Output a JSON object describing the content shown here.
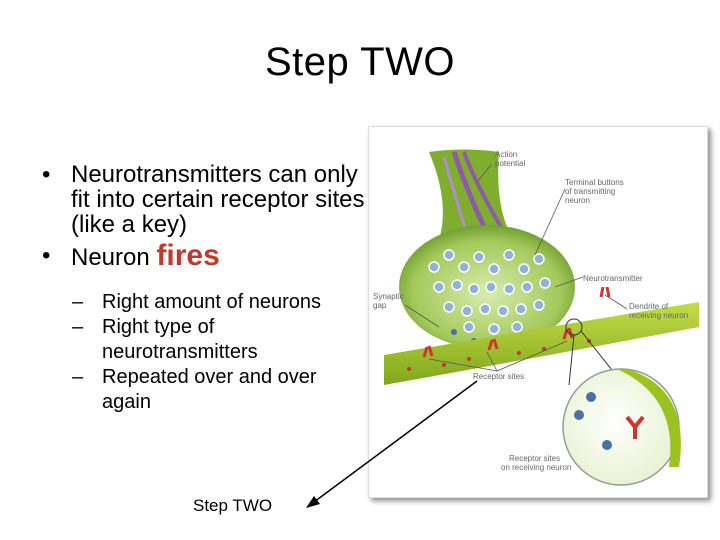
{
  "slide": {
    "title": "Step TWO",
    "bullets": [
      {
        "text": "Neurotransmitters can only fit into certain receptor sites (like a key)"
      },
      {
        "text_before": "Neuron ",
        "emphasis": "fires"
      }
    ],
    "sub_bullets": [
      "Right amount of neurons",
      "Right type of neurotransmitters",
      "Repeated over and over again"
    ],
    "caption": "Step TWO"
  },
  "figure": {
    "labels": {
      "action_potential": [
        "Action",
        "potential"
      ],
      "terminal_buttons": [
        "Terminal buttons",
        "of transmitting",
        "neuron"
      ],
      "neurotransmitter": "Neurotransmitter",
      "synaptic_gap": [
        "Synaptic",
        "gap"
      ],
      "dendrite": [
        "Dendrite of",
        "receiving neuron"
      ],
      "receptor_sites": "Receptor sites",
      "receptor_sites_receiving": [
        "Receptor sites",
        "on receiving neuron"
      ]
    },
    "colors": {
      "terminal_green": "#7fae2e",
      "membrane_green": "#9cc21f",
      "vesicle_blue": "#8fb3d6",
      "axon_purple": "#8e5aa8",
      "receptor_red": "#d0342c"
    }
  }
}
